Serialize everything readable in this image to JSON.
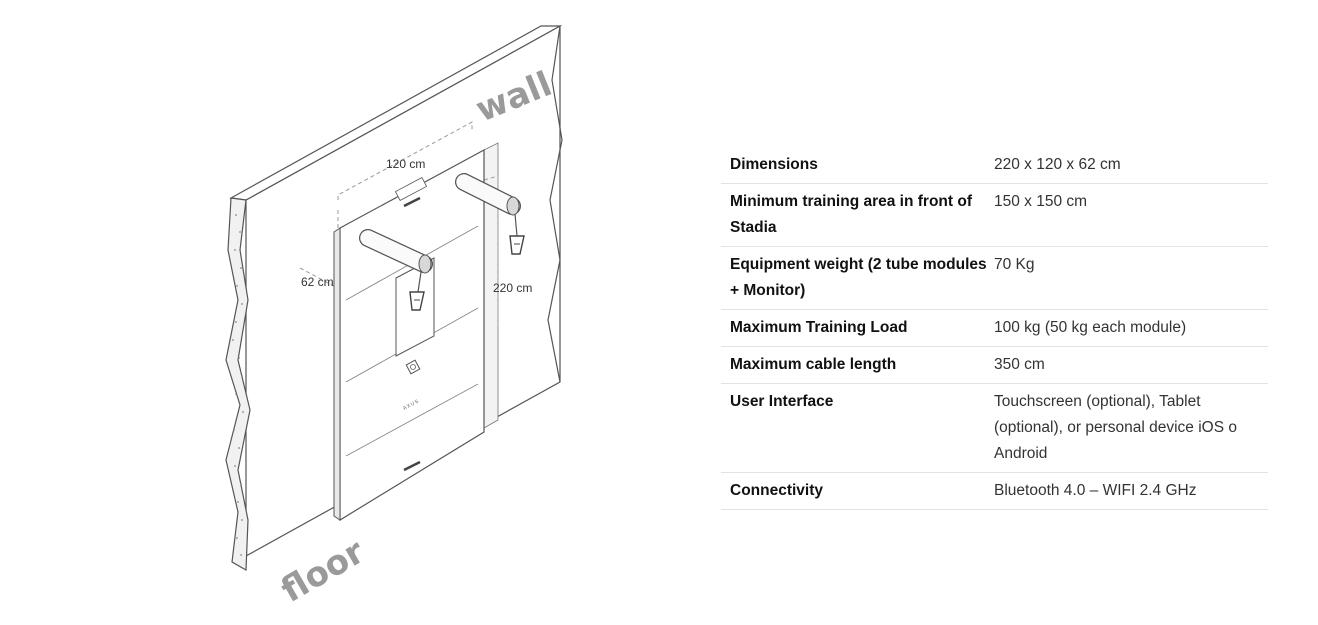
{
  "illustration": {
    "label_wall": "wall",
    "label_floor": "floor",
    "label_width": "120 cm",
    "label_depth": "62 cm",
    "label_height": "220 cm",
    "logo_text": "AXUS"
  },
  "specs": [
    {
      "label": "Dimensions",
      "value": "220 x 120 x 62 cm"
    },
    {
      "label": "Minimum training area in front of Stadia",
      "value": "150 x 150 cm"
    },
    {
      "label": "Equipment weight (2 tube modules + Monitor)",
      "value": "70 Kg"
    },
    {
      "label": "Maximum Training Load",
      "value": "100 kg (50 kg each module)"
    },
    {
      "label": "Maximum cable length",
      "value": "350 cm"
    },
    {
      "label": "User Interface",
      "value": "Touchscreen (optional), Tablet (optional), or personal device iOS o Android"
    },
    {
      "label": "Connectivity",
      "value": "Bluetooth 4.0 – WIFI 2.4 GHz"
    }
  ]
}
